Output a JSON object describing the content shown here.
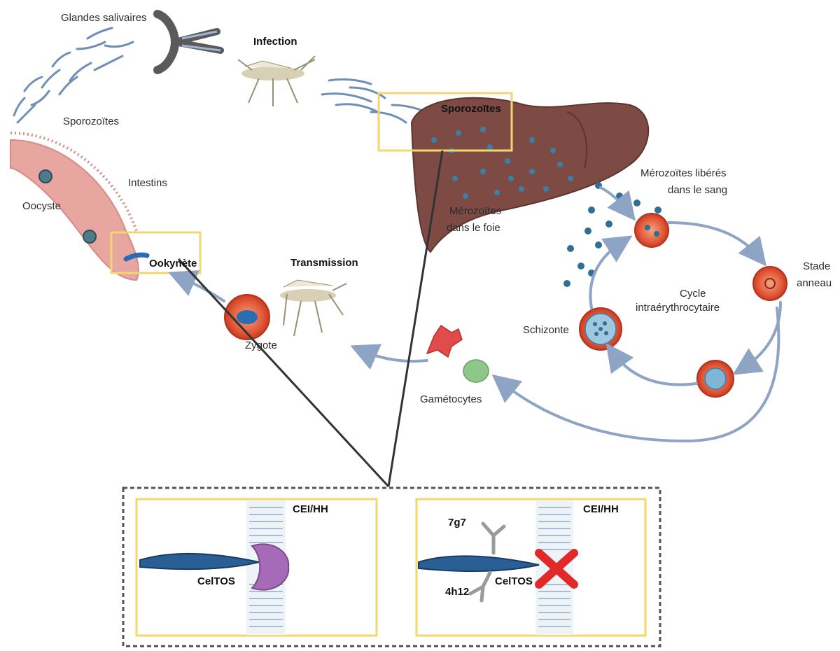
{
  "labels": {
    "glandes": "Glandes salivaires",
    "infection": "Infection",
    "sporozoites_left": "Sporozoïtes",
    "sporozoites_liver": "Sporozoïtes",
    "intestins": "Intestins",
    "oocyste": "Oocyste",
    "ookynete": "Ookynète",
    "transmission": "Transmission",
    "zygote": "Zygote",
    "gametocytes": "Gamétocytes",
    "merozoites_foie_1": "Mérozoïtes",
    "merozoites_foie_2": "dans le foie",
    "merozoites_sang_1": "Mérozoïtes libérés",
    "merozoites_sang_2": "dans le sang",
    "stade_1": "Stade",
    "stade_2": "anneau",
    "cycle_1": "Cycle",
    "cycle_2": "intraérythrocytaire",
    "schizonte": "Schizonte"
  },
  "inset": {
    "left_cell_label": "CEI/HH",
    "left_protein": "CelTOS",
    "right_cell_label": "CEI/HH",
    "right_protein": "CelTOS",
    "antibody_top": "7g7",
    "antibody_bottom": "4h12"
  },
  "colors": {
    "liver": "#7d4a44",
    "rbc": "#d9492f",
    "arrow": "#8da4c4",
    "highlight_box": "#f2d770",
    "intestine": "#e8a6a0",
    "block_x": "#e02a2a"
  }
}
